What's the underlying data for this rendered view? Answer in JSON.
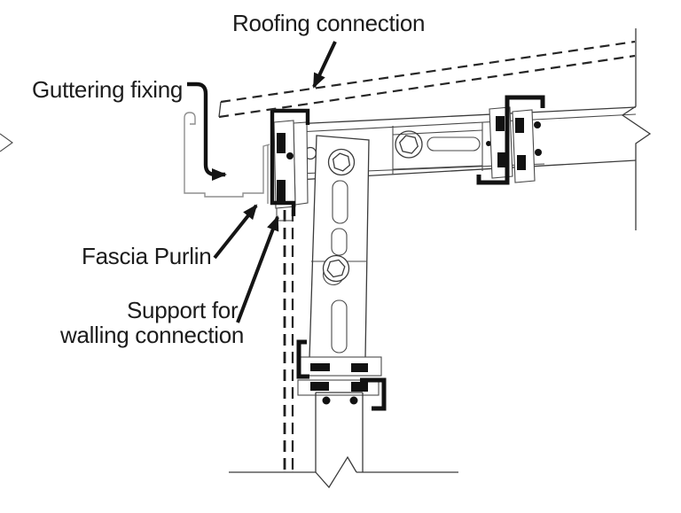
{
  "labels": {
    "roofing": "Roofing connection",
    "guttering": "Guttering fixing",
    "fascia": "Fascia Purlin",
    "support_line1": "Support for",
    "support_line2": "walling connection"
  },
  "colors": {
    "background": "#ffffff",
    "ink": "#121212",
    "thin_line": "#3b3b3b",
    "gutter_line": "#8f8f8f",
    "text": "#1c1c1c"
  }
}
